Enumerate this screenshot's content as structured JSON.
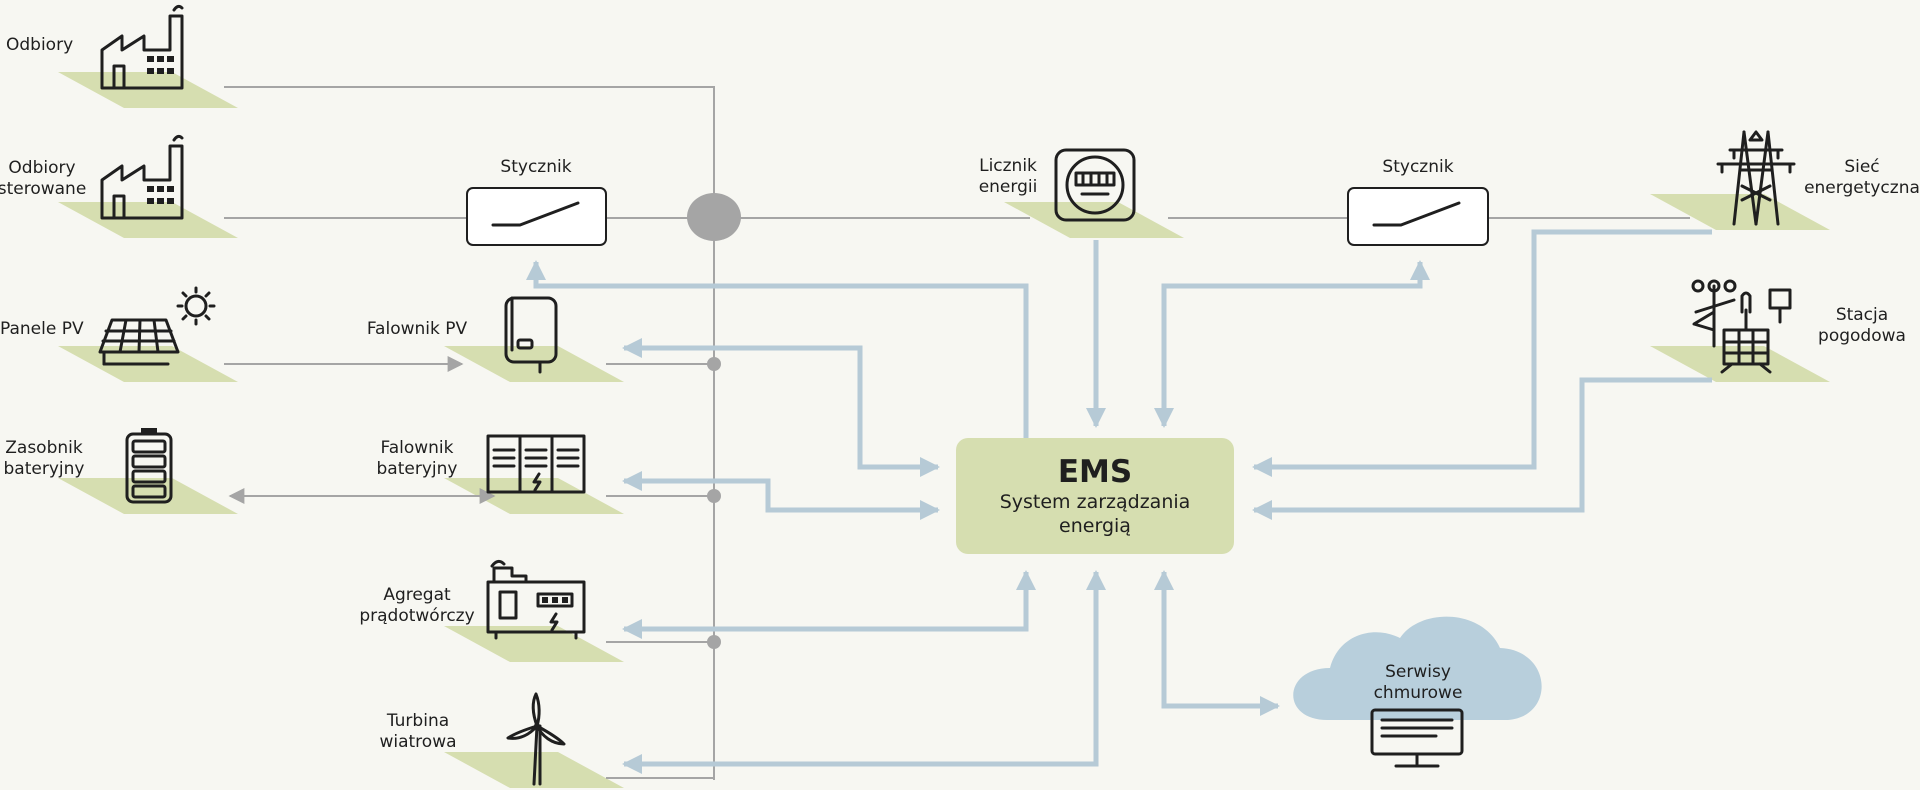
{
  "devices": {
    "odbiory": "Odbiory",
    "odbiory_sterowane": [
      "Odbiory",
      "sterowane"
    ],
    "panele_pv": "Panele PV",
    "zasobnik": [
      "Zasobnik",
      "bateryjny"
    ],
    "stycznik_left": "Stycznik",
    "falownik_pv": "Falownik PV",
    "falownik_bat": [
      "Falownik",
      "bateryjny"
    ],
    "agregat": [
      "Agregat",
      "prądotwórczy"
    ],
    "turbina": [
      "Turbina",
      "wiatrowa"
    ],
    "licznik": [
      "Licznik",
      "energii"
    ],
    "stycznik_right": "Stycznik",
    "siec": [
      "Sieć",
      "energetyczna"
    ],
    "stacja": [
      "Stacja",
      "pogodowa"
    ],
    "cloud": [
      "Serwisy",
      "chmurowe"
    ]
  },
  "ems": {
    "title": "EMS",
    "subtitle": [
      "System zarządzania",
      "energią"
    ]
  },
  "colors": {
    "background": "#f7f7f2",
    "plate": "#d6deb0",
    "ems_box": "#d6deb0",
    "power_line": "#a5a5a5",
    "signal_line": "#b6cad6",
    "cloud": "#b8cfdc",
    "icon": "#1f1f1f"
  }
}
